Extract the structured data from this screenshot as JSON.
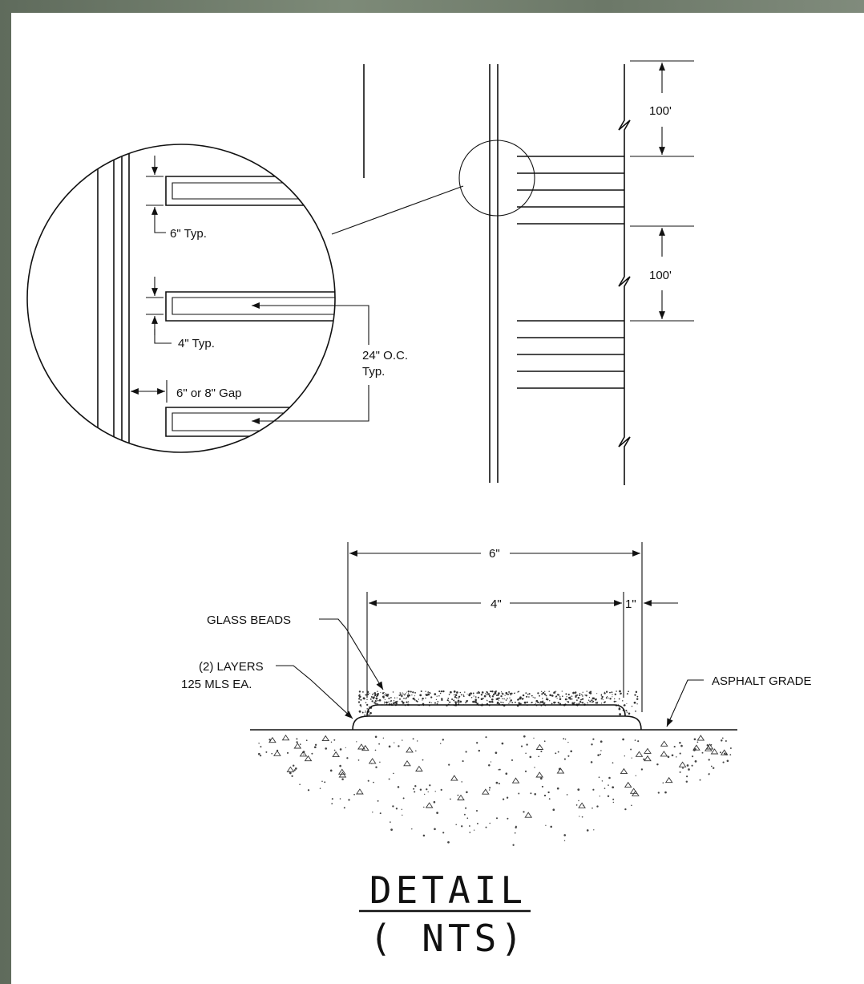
{
  "plan": {
    "spacing_top": "100'",
    "spacing_bottom": "100'"
  },
  "inset": {
    "typ_6": "6\" Typ.",
    "typ_4": "4\" Typ.",
    "oc_line1": "24\" O.C.",
    "oc_line2": "Typ.",
    "gap": "6\" or 8\" Gap"
  },
  "section": {
    "width_total": "6\"",
    "width_stripe": "4\"",
    "edge": "1\"",
    "glass_beads": "GLASS BEADS",
    "layers_line1": "(2) LAYERS",
    "layers_line2": "125 MLS EA.",
    "asphalt": "ASPHALT GRADE"
  },
  "title": {
    "line1": "DETAIL",
    "line2": "( NTS)"
  },
  "colors": {
    "line": "#111111",
    "background": "#ffffff",
    "frame": "#6f7a6c"
  }
}
